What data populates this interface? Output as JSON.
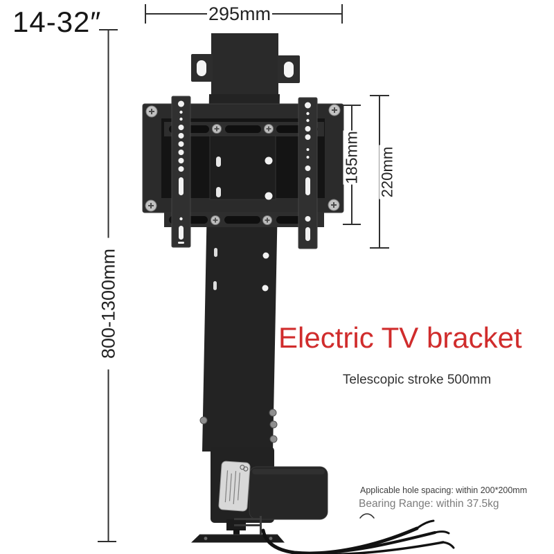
{
  "annotations": {
    "screen_size": "14-32″",
    "width_dim": "295mm",
    "plate_height_dim": "185mm",
    "bracket_height_dim": "220mm",
    "overall_height_dim": "800-1300mm"
  },
  "marketing": {
    "title": "Electric TV bracket",
    "subtitle": "Telescopic stroke 500mm",
    "spec_hole_spacing": "Applicable hole spacing: within 200*200mm",
    "spec_bearing": "Bearing Range: within 37.5kg"
  },
  "colors": {
    "title_red": "#d02c2c",
    "dimension_ink": "#2f2f2f",
    "bracket_black": "#262626",
    "spec_gray": "#7b7b7b",
    "background": "#ffffff"
  }
}
